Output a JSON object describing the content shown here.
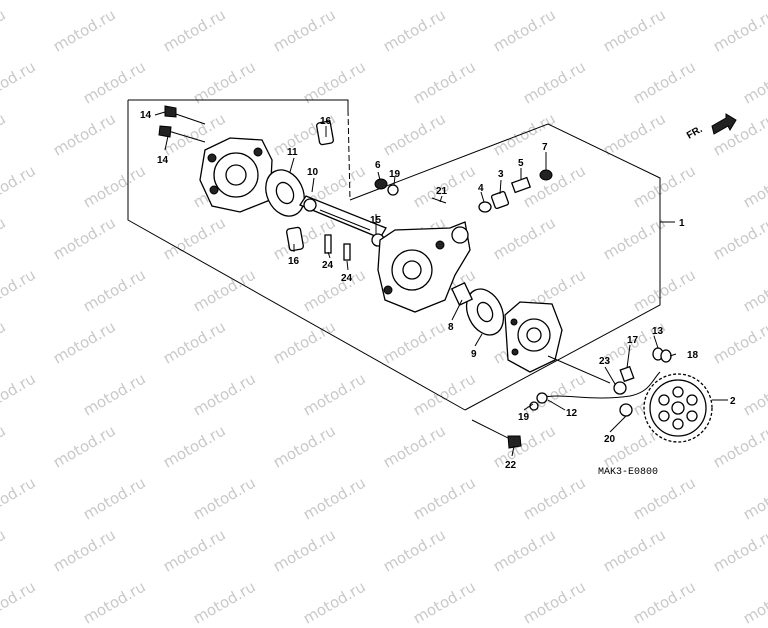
{
  "watermark": "motod.ru",
  "direction_label": "FR.",
  "diagram_code": "MAK3-E0800",
  "callouts": [
    {
      "id": "c1",
      "text": "1"
    },
    {
      "id": "c2",
      "text": "2"
    },
    {
      "id": "c3",
      "text": "3"
    },
    {
      "id": "c4",
      "text": "4"
    },
    {
      "id": "c5",
      "text": "5"
    },
    {
      "id": "c6",
      "text": "6"
    },
    {
      "id": "c7",
      "text": "7"
    },
    {
      "id": "c8",
      "text": "8"
    },
    {
      "id": "c9",
      "text": "9"
    },
    {
      "id": "c10",
      "text": "10"
    },
    {
      "id": "c11",
      "text": "11"
    },
    {
      "id": "c12",
      "text": "12"
    },
    {
      "id": "c13",
      "text": "13"
    },
    {
      "id": "c14a",
      "text": "14"
    },
    {
      "id": "c14b",
      "text": "14"
    },
    {
      "id": "c15",
      "text": "15"
    },
    {
      "id": "c16a",
      "text": "16"
    },
    {
      "id": "c16b",
      "text": "16"
    },
    {
      "id": "c17",
      "text": "17"
    },
    {
      "id": "c18",
      "text": "18"
    },
    {
      "id": "c19a",
      "text": "19"
    },
    {
      "id": "c19b",
      "text": "19"
    },
    {
      "id": "c20",
      "text": "20"
    },
    {
      "id": "c21",
      "text": "21"
    },
    {
      "id": "c22",
      "text": "22"
    },
    {
      "id": "c23",
      "text": "23"
    },
    {
      "id": "c24a",
      "text": "24"
    },
    {
      "id": "c24b",
      "text": "24"
    }
  ]
}
